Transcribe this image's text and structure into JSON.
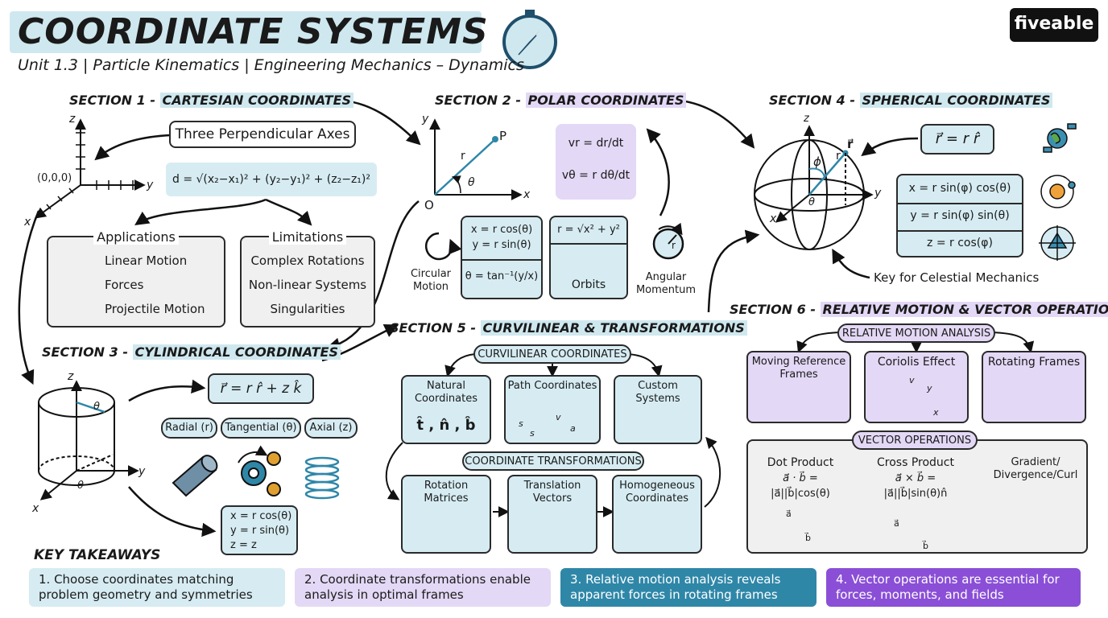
{
  "header": {
    "title": "COORDINATE SYSTEMS",
    "subtitle": "Unit 1.3 | Particle Kinematics | Engineering Mechanics – Dynamics",
    "brand": "fiveable"
  },
  "section1": {
    "heading_prefix": "SECTION 1 - ",
    "heading": "CARTESIAN COORDINATES",
    "axes_box": "Three Perpendicular Axes",
    "formula": "d = √(x₂−x₁)² + (y₂−y₁)² + (z₂−z₁)²",
    "axis_z": "z",
    "axis_y": "y",
    "axis_x": "x",
    "origin": "(0,0,0)",
    "applications_title": "Applications",
    "applications": [
      "Linear Motion",
      "Forces",
      "Projectile Motion"
    ],
    "limitations_title": "Limitations",
    "limitations": [
      "Complex Rotations",
      "Non-linear Systems",
      "Singularities"
    ]
  },
  "section2": {
    "heading_prefix": "SECTION 2 - ",
    "heading": "POLAR COORDINATES",
    "axis_y": "y",
    "axis_x": "x",
    "origin": "O",
    "point": "P",
    "radius": "r",
    "angle": "θ",
    "vr": "vr = dr/dt",
    "vtheta": "vθ = r dθ/dt",
    "conv1": "x = r cos(θ)",
    "conv2": "y = r sin(θ)",
    "conv3": "θ = tan⁻¹(y/x)",
    "rbox": "r = √x² + y²",
    "orbits": "Orbits",
    "circular": "Circular Motion",
    "angular": "Angular Momentum",
    "angular_r": "r"
  },
  "section3": {
    "heading_prefix": "SECTION 3 - ",
    "heading": "CYLINDRICAL COORDINATES",
    "axis_z": "z",
    "axis_y": "y",
    "axis_x": "x",
    "angle": "θ",
    "vector": "r⃗ = r r̂ + z k̂",
    "components": [
      "Radial (r)",
      "Tangential (θ)",
      "Axial (z)"
    ],
    "conv1": "x = r cos(θ)",
    "conv2": "y = r sin(θ)",
    "conv3": "z = z"
  },
  "section4": {
    "heading_prefix": "SECTION 4 - ",
    "heading": "SPHERICAL COORDINATES",
    "axis_z": "z",
    "axis_y": "y",
    "axis_x": "x",
    "radius": "r",
    "phi": "ϕ",
    "theta": "θ",
    "rvec": "r⃗",
    "vector": "r⃗ = r r̂",
    "conv1": "x = r sin(φ) cos(θ)",
    "conv2": "y = r sin(φ) sin(θ)",
    "conv3": "z = r cos(φ)",
    "note": "Key for Celestial Mechanics"
  },
  "section5": {
    "heading_prefix": "SECTION 5 - ",
    "heading": "CURVILINEAR & TRANSFORMATIONS",
    "curvilinear_title": "CURVILINEAR COORDINATES",
    "natural": "Natural Coordinates",
    "natural_symbols": "t̂ , n̂ , b̂",
    "path": "Path Coordinates",
    "path_s": "s",
    "path_v": "v",
    "path_a": "a",
    "custom": "Custom Systems",
    "transform_title": "COORDINATE TRANSFORMATIONS",
    "rotation": "Rotation Matrices",
    "translation": "Translation Vectors",
    "homogeneous": "Homogeneous Coordinates"
  },
  "section6": {
    "heading_prefix": "SECTION 6 - ",
    "heading": "RELATIVE MOTION & VECTOR OPERATIONS",
    "relative_title": "RELATIVE MOTION ANALYSIS",
    "moving": "Moving Reference Frames",
    "coriolis": "Coriolis Effect",
    "coriolis_v": "v",
    "coriolis_y": "y",
    "coriolis_x": "x",
    "rotating": "Rotating Frames",
    "vector_title": "VECTOR OPERATIONS",
    "dot": "Dot Product",
    "dot_eq1": "a⃗ · b⃗ =",
    "dot_eq2": "|a⃗||b⃗|cos(θ)",
    "cross": "Cross Product",
    "cross_eq1": "a⃗ × b⃗ =",
    "cross_eq2": "|a⃗||b⃗|sin(θ)n̂",
    "gradient": "Gradient/ Divergence/Curl",
    "vec_a": "a⃗",
    "vec_b": "b⃗"
  },
  "takeaways": {
    "title": "KEY TAKEAWAYS",
    "items": [
      "1. Choose coordinates matching problem geometry and symmetries",
      "2. Coordinate transformations enable analysis in optimal frames",
      "3. Relative motion analysis reveals apparent forces in rotating frames",
      "4. Vector operations are essential for forces, moments, and fields"
    ]
  },
  "colors": {
    "light_blue": "#d6ecf2",
    "light_purple": "#e3d8f5",
    "teal": "#2f87a8",
    "purple": "#8a4fd6",
    "accent_blue": "#3b8fb3"
  }
}
